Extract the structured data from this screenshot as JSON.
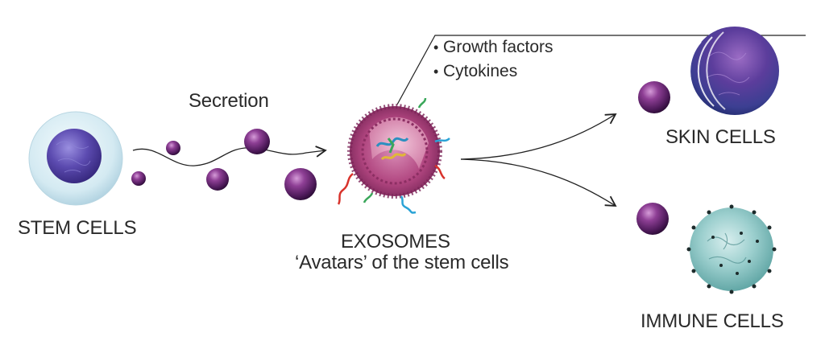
{
  "labels": {
    "stem_cells": "STEM CELLS",
    "secretion": "Secretion",
    "exosomes_title": "EXOSOMES",
    "exosomes_subtitle": "‘Avatars’ of the stem cells",
    "skin_cells": "SKIN CELLS",
    "immune_cells": "IMMUNE CELLS"
  },
  "exosome_contents": [
    "Growth factors",
    "Cytokines"
  ],
  "icons": {
    "stem_cell": "stem-cell-icon",
    "exosome_particle": "exosome-particle-icon",
    "exosome_cross_section": "exosome-cross-section-icon",
    "skin_cell": "skin-cell-icon",
    "immune_cell": "immune-cell-icon"
  },
  "colors": {
    "text": "#2a2a2a",
    "particle_purple": "#6b2a7a",
    "stem_membrane": "#cfe6f0",
    "stem_nucleus": "#5a4aa8",
    "exosome_magenta": "#b0457f",
    "skin_cell_blue": "#4a4fa0",
    "immune_cell_teal": "#8ec6c4"
  }
}
